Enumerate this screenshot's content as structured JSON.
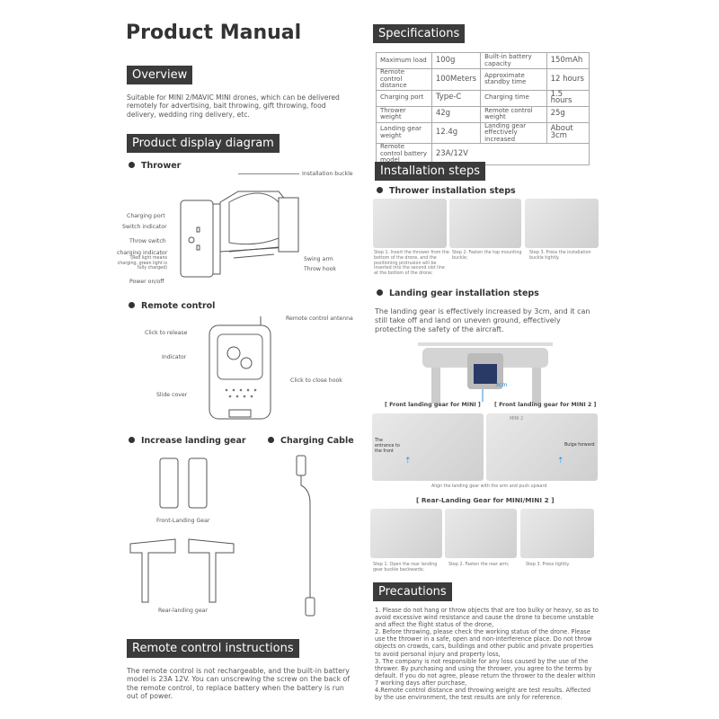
{
  "title": "Product Manual",
  "overview": {
    "header": "Overview",
    "text": "Suitable for MINI 2/MAVIC MINI drones, which can be delivered remotely for advertising, bait throwing, gift throwing, food delivery, wedding ring delivery, etc."
  },
  "diagram": {
    "header": "Product display diagram",
    "thrower": {
      "title": "Thrower",
      "labels": {
        "installation_buckle": "Installation buckle",
        "charging_port": "Charging port",
        "switch_indicator": "Switch indicator",
        "throw_switch": "Throw switch",
        "charging_indicator": "charging indicator",
        "charging_indicator_note": "(Red light means charging, green light is fully charged)",
        "power": "Power on/off",
        "swing_arm": "Swing arm",
        "throw_hook": "Throw hook"
      }
    },
    "remote": {
      "title": "Remote control",
      "labels": {
        "antenna": "Remote control antenna",
        "release": "Click to release",
        "indicator": "Indicator",
        "close_hook": "Click to close hook",
        "slide_cover": "Slide cover"
      }
    },
    "landing": {
      "title": "Increase landing gear",
      "front": "Front-Landing Gear",
      "rear": "Rear-landing gear"
    },
    "cable": {
      "title": "Charging Cable"
    }
  },
  "remote_instructions": {
    "header": "Remote control instructions",
    "text": "The remote control is not rechargeable, and the built-in battery model is 23A 12V. You can unscrewing the screw on the back of the remote control, to replace battery when the battery is run out of power."
  },
  "specs": {
    "header": "Specifications",
    "rows": [
      [
        "Maximum load",
        "100g",
        "Built-in battery capacity",
        "150mAh"
      ],
      [
        "Remote control distance",
        "100Meters",
        "Approximate standby time",
        "12 hours"
      ],
      [
        "Charging port",
        "Type-C",
        "Charging time",
        "1.5 hours"
      ],
      [
        "Thrower weight",
        "42g",
        "Remote control weight",
        "25g"
      ],
      [
        "Landing gear weight",
        "12.4g",
        "Landing gear effectively increased",
        "About 3cm"
      ],
      [
        "Remote control battery model",
        "23A/12V"
      ]
    ]
  },
  "install": {
    "header": "Installation steps",
    "thrower_title": "Thrower installation steps",
    "thrower_steps": [
      "Step 1. Insert the thrower from the bottom of the drone, and the positioning protrusion will be inserted into the second slot line at the bottom of the drone;",
      "Step 2. Fasten the top mounting buckle;",
      "Step 3. Press the installation buckle tightly."
    ],
    "landing_title": "Landing gear installation steps",
    "landing_text": "The landing gear is effectively increased by 3cm, and it can still take off and land on uneven ground, effectively protecting the safety of the aircraft.",
    "height_label": "3cm",
    "front_mini": "[ Front landing gear for MINI ]",
    "front_mini2": "[ Front landing gear for MINI 2 ]",
    "entrance": "The entrance to the front",
    "bulge": "Bulge forward",
    "mini2_mark": "MINI 2",
    "align": "Align the landing gear with the arm and push upward",
    "rear_title": "[ Rear-Landing Gear for MINI/MINI 2 ]",
    "rear_steps": [
      "Step 1. Open the rear landing gear buckle backwards;",
      "Step 2. Fasten the rear arm;",
      "Step 3. Press tightly."
    ]
  },
  "precautions": {
    "header": "Precautions",
    "items": [
      "1. Please do not hang or throw objects that are too bulky or heavy, so as to avoid excessive wind resistance and cause the drone to become unstable and affect the flight status of the drone,",
      "2. Before throwing, please check the working status of the drone. Please use the thrower in a safe, open and non-interference place. Do not throw objects on crowds, cars, buildings and other public and private properties to avoid personal injury and property loss,",
      "3. The company is not responsible for any loss caused by the use of the thrower. By purchasing and using the thrower, you agree to the terms by default. If you do not agree, please return the thrower to the dealer within 7 working days after purchase,",
      "4.Remote control distance and throwing weight are test results. Affected by the use environment, the test results are only for reference."
    ]
  },
  "colors": {
    "header_bg": "#3b3b3b",
    "accent_blue": "#2f8fd8"
  }
}
